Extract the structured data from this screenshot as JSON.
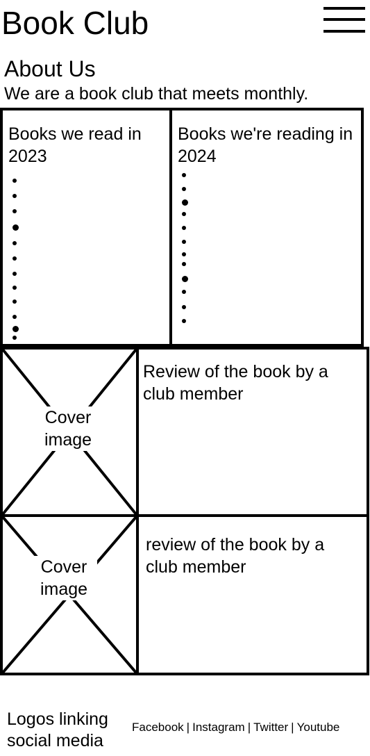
{
  "header": {
    "title": "Book Club",
    "menu_icon": "hamburger-menu-icon"
  },
  "about": {
    "heading": "About Us",
    "text": "We are a book club that meets monthly."
  },
  "book_lists": [
    {
      "title": "Books we read in 2023"
    },
    {
      "title": "Books we're reading in 2024"
    }
  ],
  "reviews": [
    {
      "cover_label": "Cover image",
      "review": "Review of the book by a club member"
    },
    {
      "cover_label": "Cover image",
      "review": "review of the book by a club member"
    }
  ],
  "footer": {
    "logos_label": "Logos linking social media",
    "links": [
      "Facebook",
      "Instagram",
      "Twitter",
      "Youtube"
    ],
    "separator": "|"
  }
}
